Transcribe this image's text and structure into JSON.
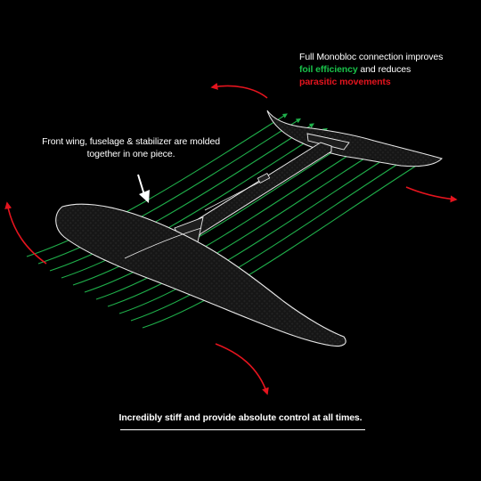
{
  "callouts": {
    "monobloc": {
      "line1": "Full Monobloc connection improves",
      "green_text": "foil efficiency",
      "mid_text": " and reduces",
      "red_text": "parasitic movements"
    },
    "molded": {
      "text": "Front wing, fuselage & stabilizer are molded together in one piece."
    }
  },
  "caption": "Incredibly stiff and provide absolute control at all times.",
  "colors": {
    "background": "#000000",
    "flow_lines": "#1fae4a",
    "movement_arrows": "#e4141e",
    "foil_outline": "#e8e8e8",
    "foil_fill": "#1a1a1a"
  },
  "icons": [
    "down-arrow-icon",
    "red-curved-arrow-icon",
    "green-flow-arrow-icon"
  ]
}
